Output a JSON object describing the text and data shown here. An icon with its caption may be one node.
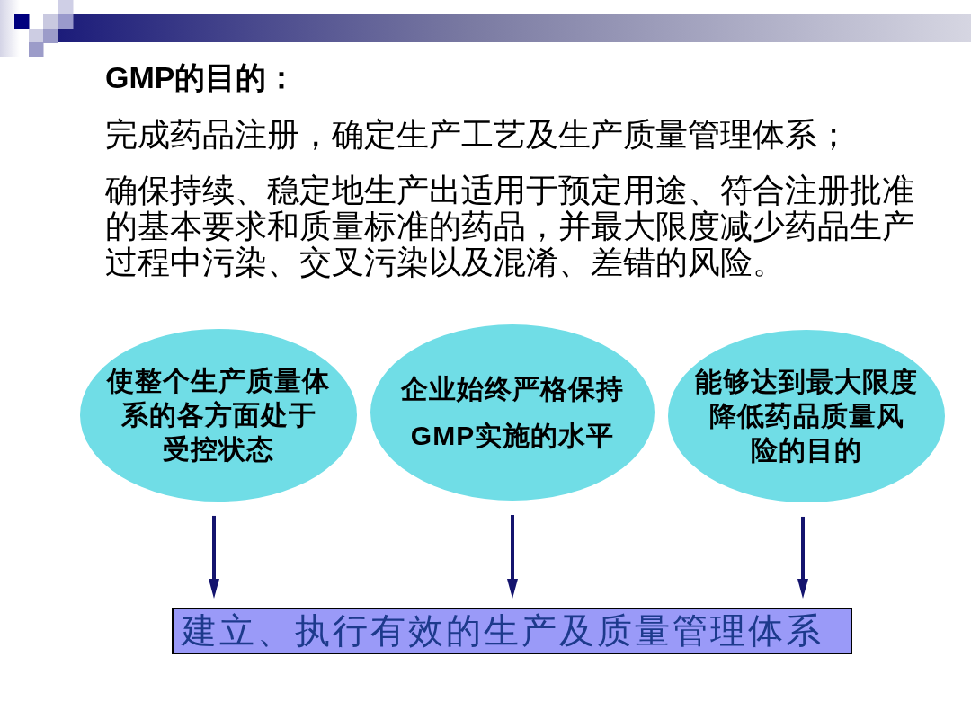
{
  "diagram": {
    "title": "GMP的目的：",
    "nodes": [
      {
        "text": [
          "使整个生产质量体系的各方面处于受控状态"
        ]
      },
      {
        "text": [
          "企业始终严格保持GMP实施的水平"
        ]
      },
      {
        "text": [
          "能够达到最大限度降低药品质量风险的目的"
        ]
      },
      {
        "text": [
          "建立、执行有效的生产及质量管理体系"
        ]
      }
    ],
    "edges": [
      {
        "from": 0,
        "to": 3,
        "arrow": "to"
      },
      {
        "from": 1,
        "to": 3,
        "arrow": "to"
      },
      {
        "from": 2,
        "to": 3,
        "arrow": "to"
      }
    ],
    "labels": [
      "完成药品注册，确定生产工艺及生产质量管理体系；",
      "确保持续、稳定地生产出适用于预定用途、符合注册批准的基本要求和质量标准的药品，并最大限度减少药品生产过程中污染、交叉污染以及混淆、差错的风险。"
    ]
  }
}
